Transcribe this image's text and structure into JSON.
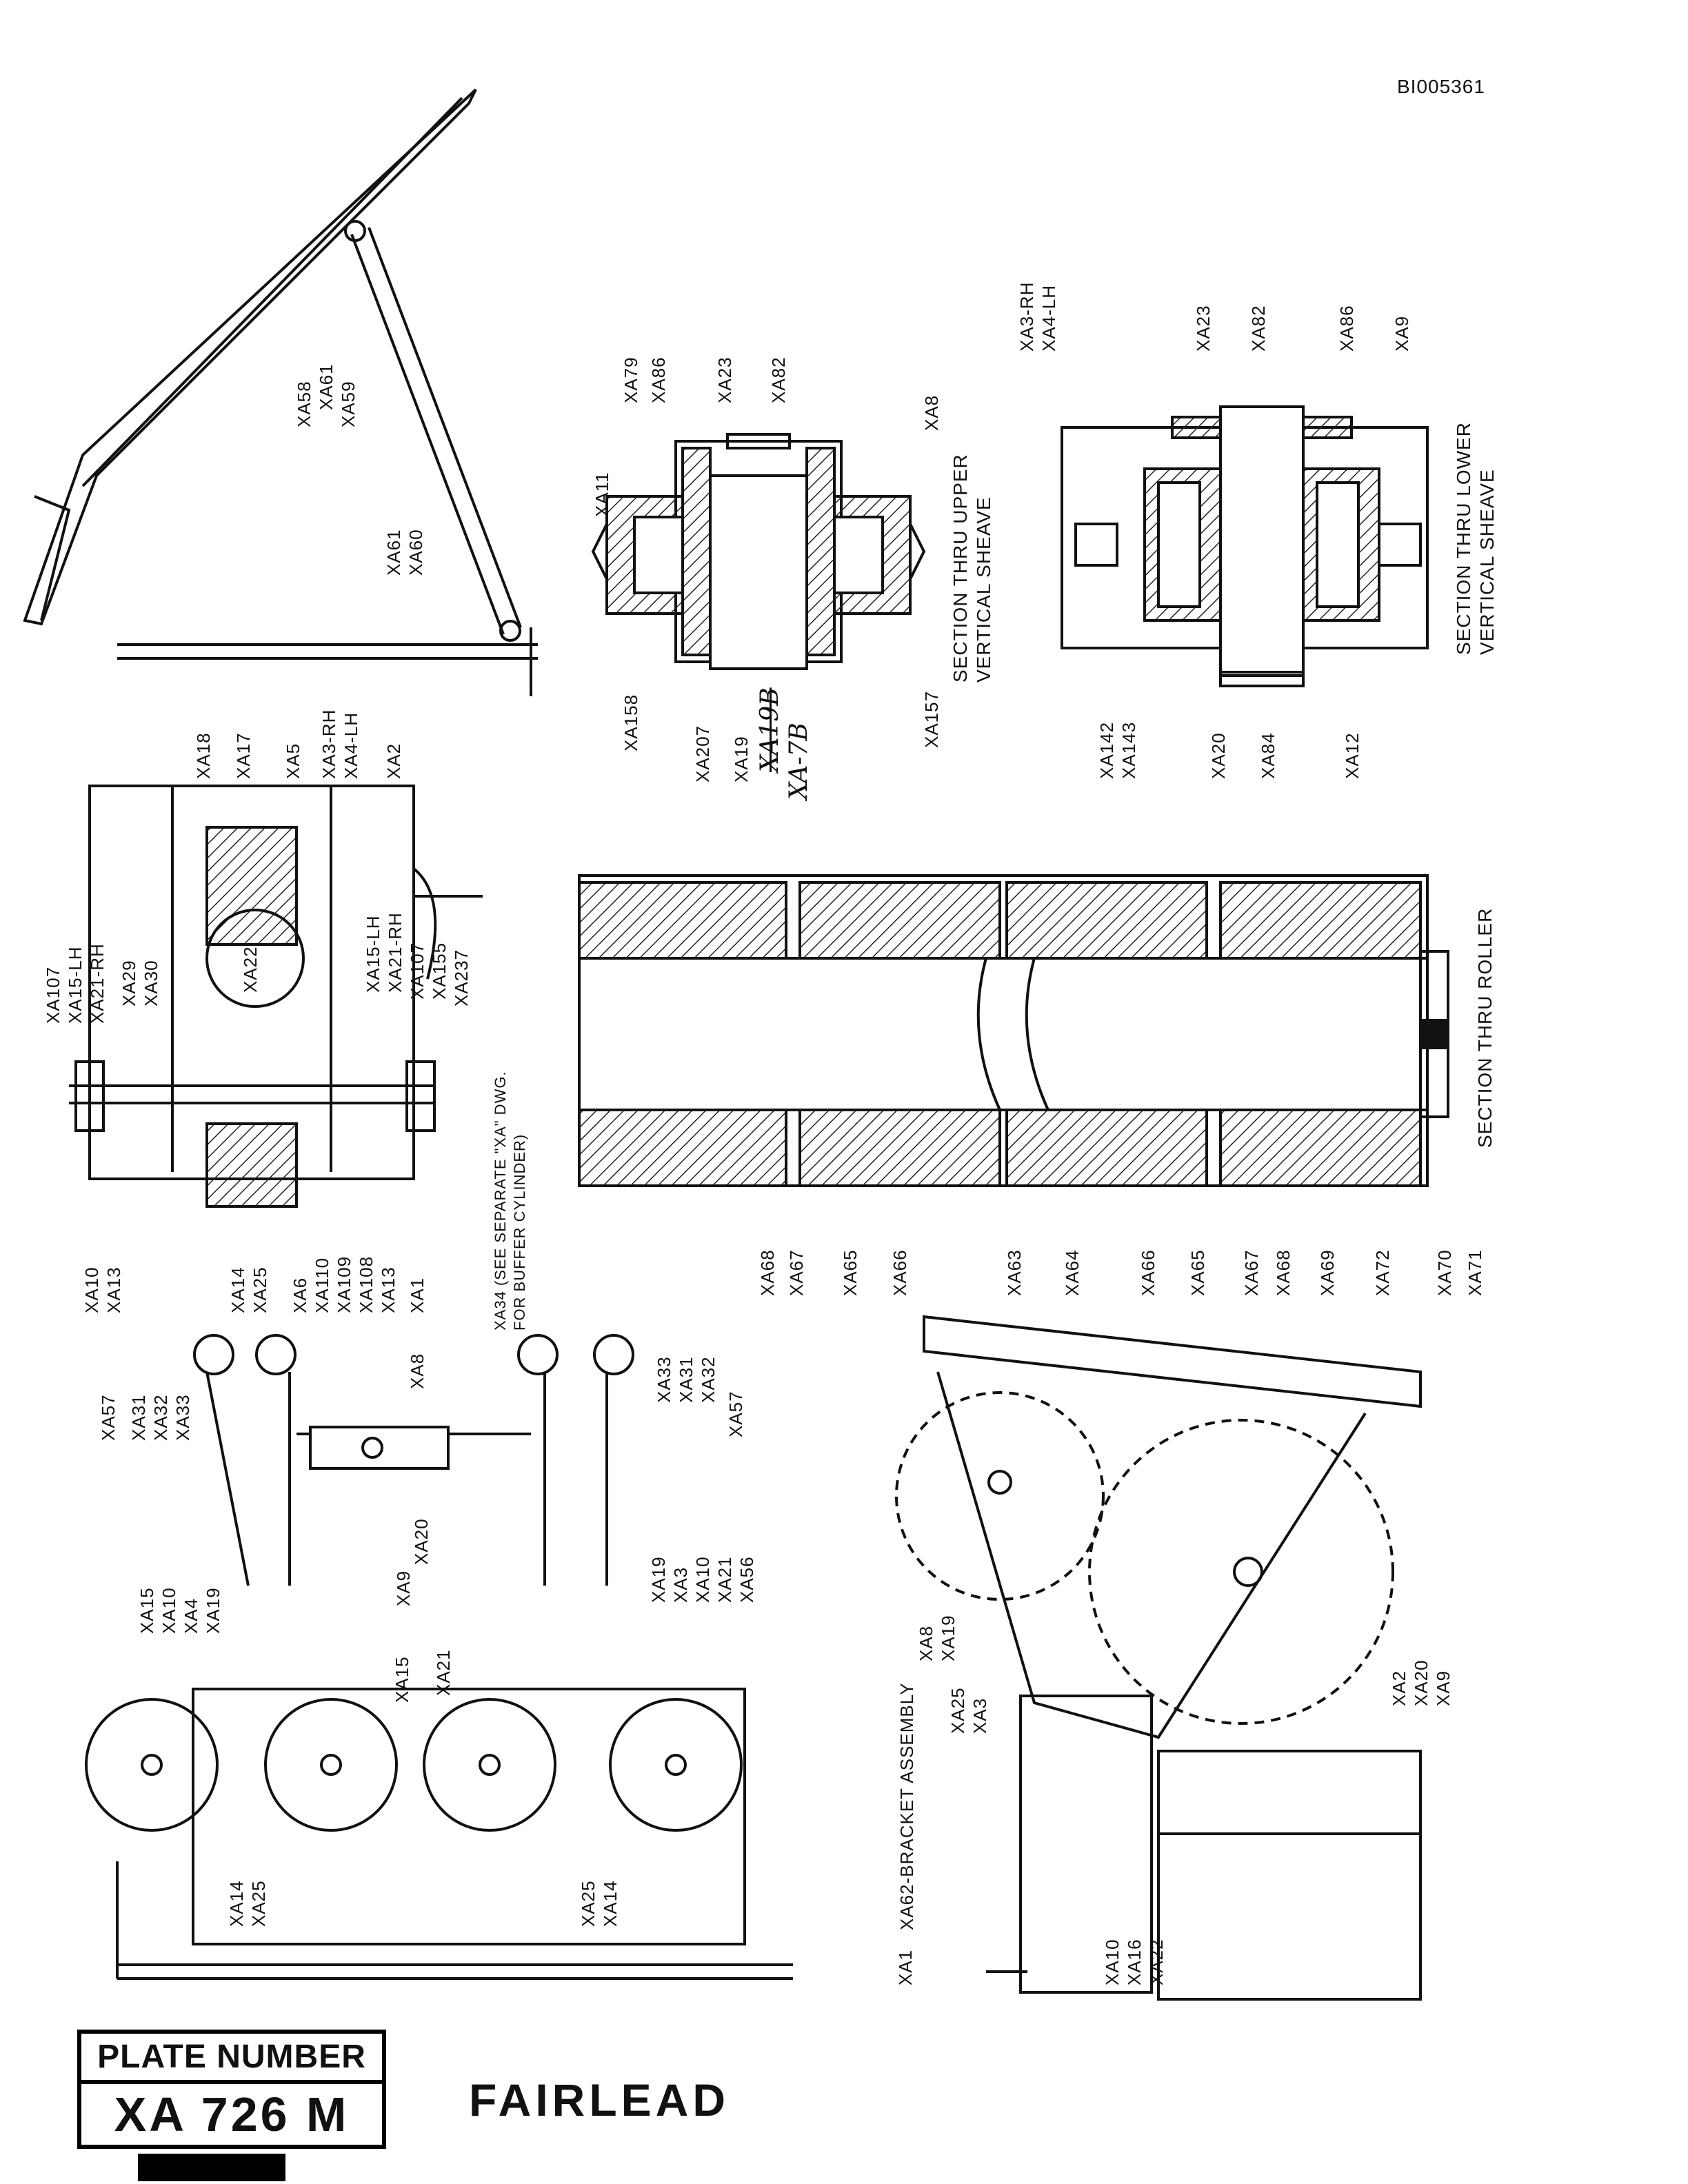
{
  "document_id": "BI005361",
  "plate": {
    "heading": "PLATE NUMBER",
    "number": "XA 726 M"
  },
  "title": "FAIRLEAD",
  "section_titles": {
    "upper_sheave": "SECTION THRU UPPER\nVERTICAL SHEAVE",
    "lower_sheave": "SECTION THRU LOWER\nVERTICAL SHEAVE",
    "roller": "SECTION THRU ROLLER",
    "bracket": "XA62-BRACKET ASSEMBLY"
  },
  "note_buffer": "XA34 (SEE SEPARATE \"XA\" DWG. FOR BUFFER CYLINDER)",
  "handwritten": {
    "struck": "XA19B",
    "written": "XA-7B"
  },
  "callouts": {
    "top_left": [
      "XA58",
      "XA61",
      "XA59",
      "XA61",
      "XA60"
    ],
    "upper_sheave": [
      "XA11",
      "XA79",
      "XA86",
      "XA23",
      "XA82",
      "XA8",
      "XA158",
      "XA207",
      "XA19",
      "XA157"
    ],
    "lower_sheave": [
      "XA3-RH",
      "XA4-LH",
      "XA23",
      "XA82",
      "XA86",
      "XA9",
      "XA142",
      "XA143",
      "XA20",
      "XA84",
      "XA12"
    ],
    "mid_left": [
      "XA18",
      "XA17",
      "XA5",
      "XA3-RH",
      "XA4-LH",
      "XA2",
      "XA107",
      "XA15-LH",
      "XA21-RH",
      "XA29",
      "XA30",
      "XA22",
      "XA15-LH",
      "XA21-RH",
      "XA107",
      "XA155",
      "XA237",
      "XA10",
      "XA13",
      "XA14",
      "XA25",
      "XA6",
      "XA110",
      "XA109",
      "XA108",
      "XA13",
      "XA1"
    ],
    "roller": [
      "XA68",
      "XA67",
      "XA65",
      "XA66",
      "XA63",
      "XA64",
      "XA66",
      "XA65",
      "XA67",
      "XA68",
      "XA69",
      "XA72",
      "XA70",
      "XA71"
    ],
    "bottom_left": [
      "XA57",
      "XA31",
      "XA32",
      "XA33",
      "XA8",
      "XA33",
      "XA31",
      "XA32",
      "XA57",
      "XA15",
      "XA10",
      "XA4",
      "XA19",
      "XA20",
      "XA9",
      "XA19",
      "XA3",
      "XA10",
      "XA21",
      "XA56",
      "XA15",
      "XA21",
      "XA14",
      "XA25",
      "XA25",
      "XA14"
    ],
    "bottom_right": [
      "XA8",
      "XA19",
      "XA25",
      "XA3",
      "XA2",
      "XA20",
      "XA9",
      "XA1",
      "XA10",
      "XA16",
      "XA22"
    ]
  }
}
